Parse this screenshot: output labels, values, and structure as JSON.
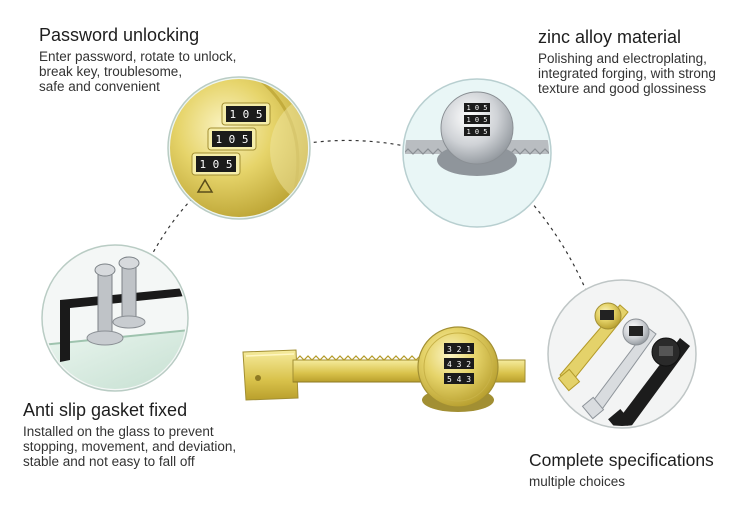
{
  "features": {
    "password": {
      "title": "Password unlocking",
      "body": "Enter password, rotate to unlock,\nbreak key, troublesome,\nsafe and convenient"
    },
    "zinc": {
      "title": "zinc alloy material",
      "body": "Polishing and electroplating,\nintegrated forging, with strong\ntexture and good glossiness"
    },
    "gasket": {
      "title": "Anti slip gasket fixed",
      "body": "Installed on the glass to prevent\nstopping, movement, and deviation,\nstable and not easy to fall off"
    },
    "specs": {
      "title": "Complete specifications",
      "body": "multiple choices"
    }
  },
  "dial_digits": {
    "closeup": [
      "1 0 5",
      "1 0 5",
      "1 0 5"
    ],
    "zinc_lock": [
      "1 0 5",
      "1 0 5",
      "1 0 5"
    ],
    "main_lock": [
      "3 2 1",
      "4 3 2",
      "5 4 3"
    ]
  },
  "colors": {
    "brass": "#d8c24a",
    "brass_light": "#efe39a",
    "chrome": "#c9ccd0",
    "black_finish": "#1c1c1c",
    "dashed_line": "#333333"
  }
}
